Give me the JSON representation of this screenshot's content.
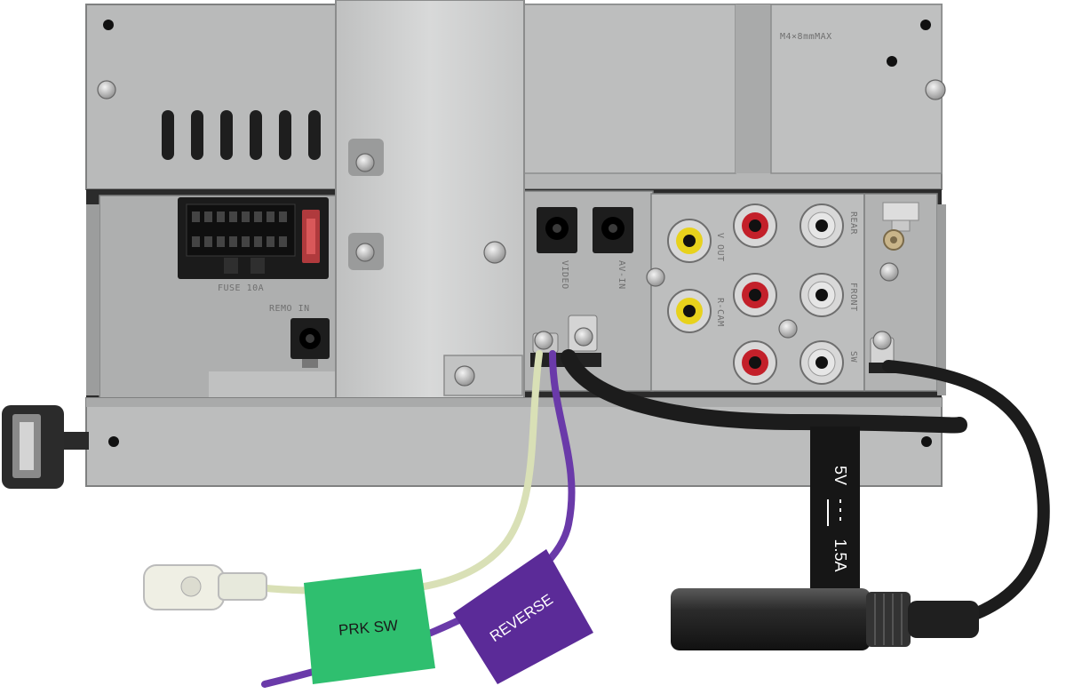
{
  "unit_labels": {
    "fuse": "FUSE 10A",
    "remo_in": "REMO IN",
    "video": "VIDEO",
    "av_in": "AV-IN",
    "v_out": "V OUT",
    "r_cam": "R-CAM",
    "rear": "REAR",
    "front": "FRONT",
    "sw": "SW",
    "screw_spec": "M4×8mmMAX"
  },
  "wire_tags": {
    "parking": "PRK SW",
    "reverse": "REVERSE",
    "usb_rating_a": "5V",
    "usb_rating_b": "1.5A"
  },
  "colors": {
    "chassis": "#b3b4b4",
    "parking_tag": "#2fbf6f",
    "reverse_tag": "#5b2b98",
    "rca_red": "#c3202a",
    "rca_yellow": "#e8d21c",
    "rca_white": "#e6e6e6"
  }
}
